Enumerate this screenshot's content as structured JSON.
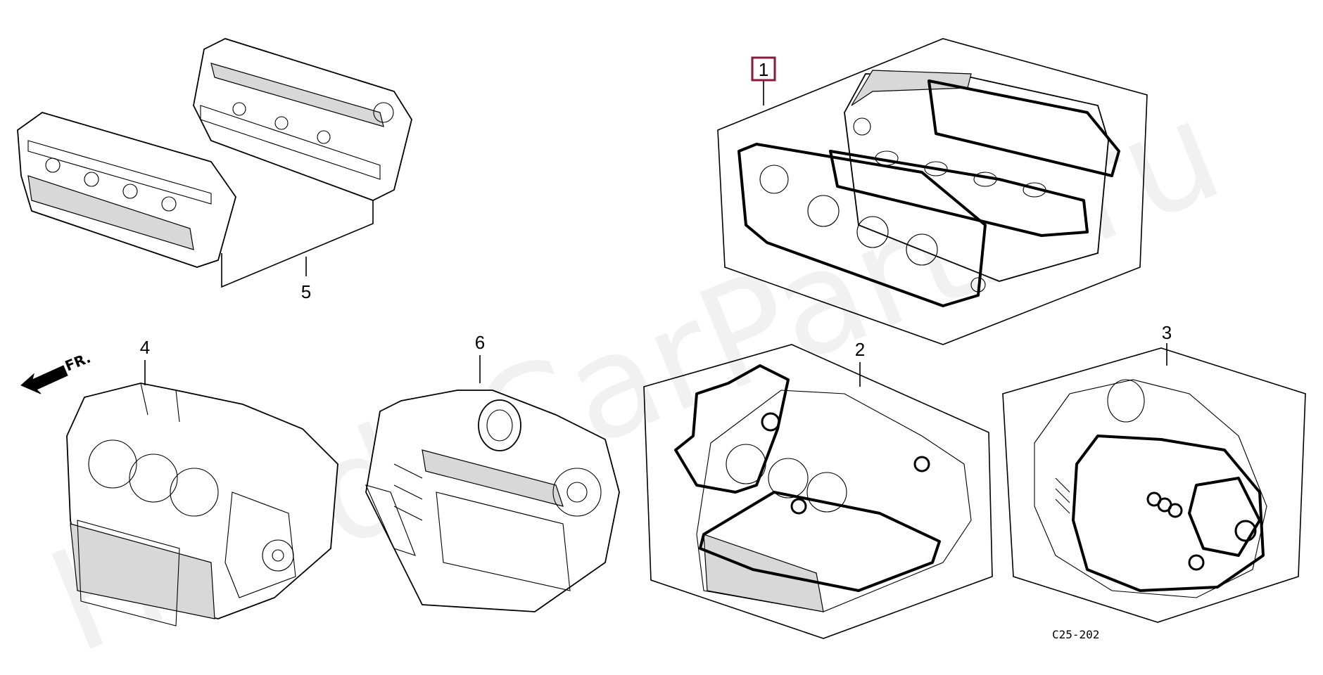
{
  "watermark": "HondaCarParts.ru",
  "direction_label": "FR.",
  "diagram_code": "C25-202",
  "callouts": [
    {
      "id": "1",
      "highlighted": true
    },
    {
      "id": "2",
      "highlighted": false
    },
    {
      "id": "3",
      "highlighted": false
    },
    {
      "id": "4",
      "highlighted": false
    },
    {
      "id": "5",
      "highlighted": false
    },
    {
      "id": "6",
      "highlighted": false
    }
  ],
  "colors": {
    "highlight_box": "#8b1a3c",
    "line": "#000000",
    "background": "#ffffff"
  }
}
